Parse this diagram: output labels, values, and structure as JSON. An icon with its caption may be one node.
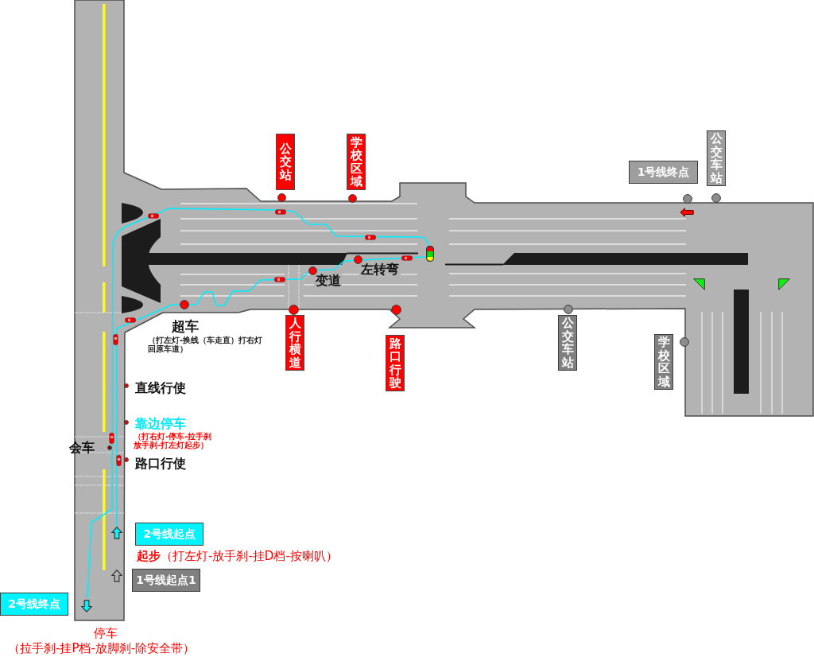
{
  "diagram": {
    "nodes": [
      {
        "text": [
          "公交站"
        ]
      },
      {
        "text": [
          "学校区域"
        ]
      },
      {
        "text": [
          "1号线终点"
        ]
      },
      {
        "text": [
          "公交车站"
        ]
      },
      {
        "text": [
          "人行横道"
        ]
      },
      {
        "text": [
          "路口行驶"
        ]
      },
      {
        "text": [
          "公交车站"
        ]
      },
      {
        "text": [
          "学校区域"
        ]
      },
      {
        "text": [
          "2号线起点"
        ]
      },
      {
        "text": [
          "1号线起点1"
        ]
      },
      {
        "text": [
          "2号线终点"
        ]
      }
    ],
    "labels": [
      "左转弯",
      "变道",
      "超车",
      "（打左灯-换线（车走直）打右灯回原车道）",
      "直线行使",
      "靠边停车",
      "（打右灯-停车-拉手刹放手刹-打左灯起步）",
      "会车",
      "路口行使",
      "**起步**（打左灯-放手刹-挂D档-按喇叭）",
      "停车",
      "（拉手刹-挂P档-放脚刹-除安全带）"
    ]
  }
}
